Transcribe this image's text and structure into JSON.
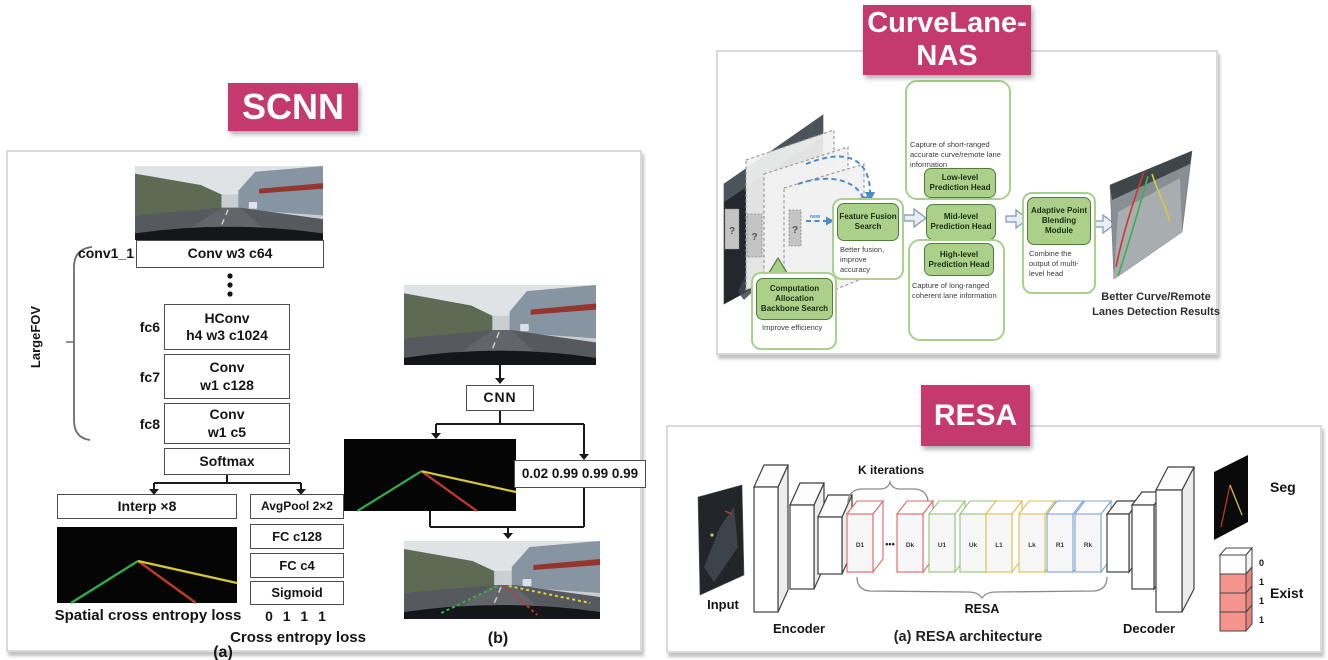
{
  "badges": {
    "scnn": "SCNN",
    "curvelane_line1": "CurveLane-",
    "curvelane_line2": "NAS",
    "resa": "RESA"
  },
  "colors": {
    "badge_pink": "#c43a6e",
    "green_box": "#abd089",
    "green_border": "#507e3a",
    "container_border": "#a9d18e",
    "blue_arrow": "#4d8ac6"
  },
  "scnn": {
    "bracket_label": "LargeFOV",
    "conv1_label": "conv1_1",
    "conv1_box": "Conv w3 c64",
    "fc6_label": "fc6",
    "fc6_line1": "HConv",
    "fc6_line2": "h4 w3 c1024",
    "fc7_label": "fc7",
    "fc7_line1": "Conv",
    "fc7_line2": "w1 c128",
    "fc8_label": "fc8",
    "fc8_line1": "Conv",
    "fc8_line2": "w1 c5",
    "softmax_box": "Softmax",
    "interp_box": "Interp ×8",
    "avgpool_box": "AvgPool 2×2",
    "fc128_box": "FC c128",
    "fc4_box": "FC c4",
    "sigmoid_box": "Sigmoid",
    "spatial_loss": "Spatial cross entropy loss",
    "bits": "0 1 1 1",
    "ce_loss": "Cross entropy loss",
    "caption_a": "(a)",
    "cnn_box": "CNN",
    "probs_box": "0.02 0.99 0.99 0.99",
    "caption_b": "(b)"
  },
  "curvelane": {
    "q": "?",
    "new_label": "new",
    "backbone_box": "Computation Allocation Backbone Search",
    "backbone_note": "Improve efficiency",
    "fusion_box": "Feature Fusion Search",
    "fusion_note": "Better fusion, improve accuracy",
    "low_note": "Capture of short-ranged accurate curve/remote lane information",
    "low_head": "Low-level Prediction Head",
    "mid_head": "Mid-level Prediction Head",
    "high_head": "High-level Prediction Head",
    "high_note": "Capture of long-ranged coherent lane information",
    "blend_box": "Adaptive Point Blending Module",
    "blend_note": "Combine the output of multi-level head",
    "result_note": "Better Curve/Remote Lanes Detection Results"
  },
  "resa": {
    "k_label": "K iterations",
    "dots": "•••",
    "blocks": [
      "D1",
      "Dk",
      "U1",
      "Uk",
      "L1",
      "Lk",
      "R1",
      "Rk"
    ],
    "input_label": "Input",
    "encoder_label": "Encoder",
    "resa_label": "RESA",
    "decoder_label": "Decoder",
    "seg_label": "Seg",
    "exist_label": "Exist",
    "exist_bits": [
      "0",
      "1",
      "1",
      "1"
    ],
    "caption": "(a) RESA architecture"
  }
}
